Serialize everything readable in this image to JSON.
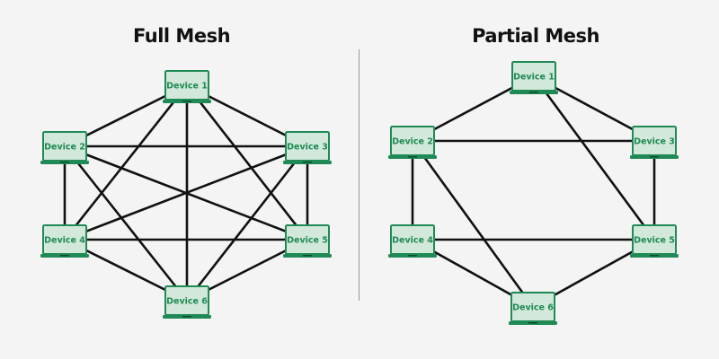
{
  "colors": {
    "background": "#f4f4f4",
    "device_border": "#1f8a55",
    "device_fill": "#d2e8da",
    "device_label": "#1f8a55",
    "link": "#111111",
    "divider": "#999999"
  },
  "diagrams": [
    {
      "title": "Full Mesh",
      "devices": [
        {
          "id": 1,
          "label": "Device 1"
        },
        {
          "id": 2,
          "label": "Device 2"
        },
        {
          "id": 3,
          "label": "Device 3"
        },
        {
          "id": 4,
          "label": "Device 4"
        },
        {
          "id": 5,
          "label": "Device 5"
        },
        {
          "id": 6,
          "label": "Device 6"
        }
      ],
      "links": [
        [
          1,
          2
        ],
        [
          1,
          3
        ],
        [
          1,
          4
        ],
        [
          1,
          5
        ],
        [
          1,
          6
        ],
        [
          2,
          3
        ],
        [
          2,
          4
        ],
        [
          2,
          5
        ],
        [
          2,
          6
        ],
        [
          3,
          4
        ],
        [
          3,
          5
        ],
        [
          3,
          6
        ],
        [
          4,
          5
        ],
        [
          4,
          6
        ],
        [
          5,
          6
        ]
      ]
    },
    {
      "title": "Partial Mesh",
      "devices": [
        {
          "id": 1,
          "label": "Device 1"
        },
        {
          "id": 2,
          "label": "Device 2"
        },
        {
          "id": 3,
          "label": "Device 3"
        },
        {
          "id": 4,
          "label": "Device 4"
        },
        {
          "id": 5,
          "label": "Device 5"
        },
        {
          "id": 6,
          "label": "Device 6"
        }
      ],
      "links": [
        [
          1,
          2
        ],
        [
          1,
          3
        ],
        [
          1,
          5
        ],
        [
          2,
          3
        ],
        [
          2,
          4
        ],
        [
          2,
          6
        ],
        [
          3,
          5
        ],
        [
          4,
          5
        ],
        [
          4,
          6
        ],
        [
          5,
          6
        ]
      ]
    }
  ]
}
